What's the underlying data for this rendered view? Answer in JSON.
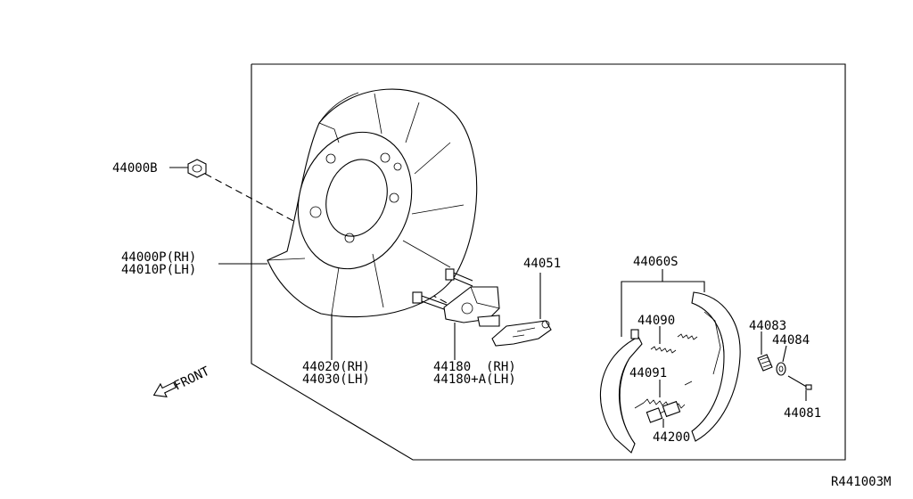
{
  "diagram_id": "R441003M",
  "front_label": "FRONT",
  "labels": {
    "p44000b": "44000B",
    "p44000p": "44000P(RH)",
    "p44010p": "44010P(LH)",
    "p44020": "44020(RH)",
    "p44030": "44030(LH)",
    "p44180": "44180  (RH)",
    "p44180a": "44180+A(LH)",
    "p44051": "44051",
    "p44060s": "44060S",
    "p44090": "44090",
    "p44091": "44091",
    "p44200": "44200",
    "p44083": "44083",
    "p44084": "44084",
    "p44081": "44081"
  }
}
